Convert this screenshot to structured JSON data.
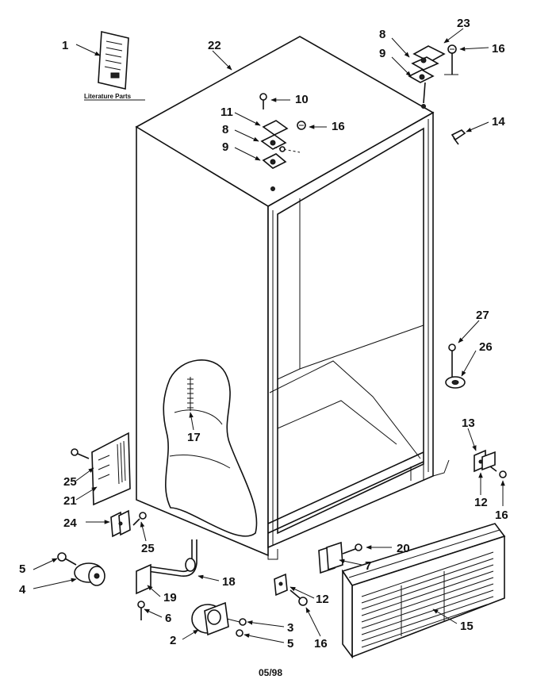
{
  "diagram": {
    "literature_label": "Literature Parts",
    "footer_date": "05/98",
    "callouts": {
      "c1": "1",
      "c22": "22",
      "c8a": "8",
      "c23": "23",
      "c16a": "16",
      "c9a": "9",
      "c11": "11",
      "c10": "10",
      "c8b": "8",
      "c16b": "16",
      "c9b": "9",
      "c14": "14",
      "c27": "27",
      "c26": "26",
      "c17": "17",
      "c13": "13",
      "c25a": "25",
      "c21": "21",
      "c24": "24",
      "c25b": "25",
      "c12a": "12",
      "c16c": "16",
      "c20": "20",
      "c5a": "5",
      "c18": "18",
      "c7": "7",
      "c4": "4",
      "c19": "19",
      "c12b": "12",
      "c6": "6",
      "c3": "3",
      "c15": "15",
      "c2": "2",
      "c5b": "5",
      "c16d": "16"
    }
  }
}
